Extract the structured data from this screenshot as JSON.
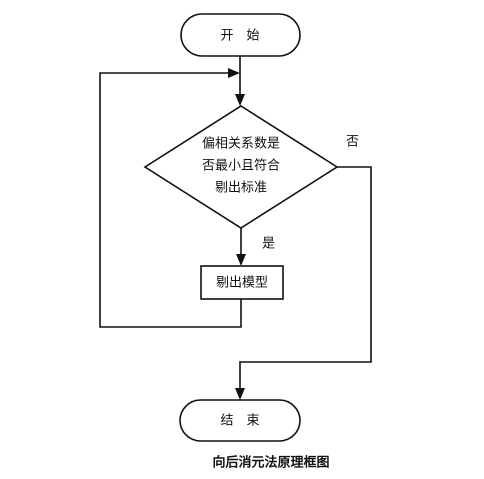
{
  "flowchart": {
    "start": "开　始",
    "decision_lines": [
      "偏相关系数是",
      "否最小且符合",
      "剔出标准"
    ],
    "process": "剔出模型",
    "end": "结　束",
    "yes_label": "是",
    "no_label": "否"
  },
  "caption": "向后消元法原理框图"
}
